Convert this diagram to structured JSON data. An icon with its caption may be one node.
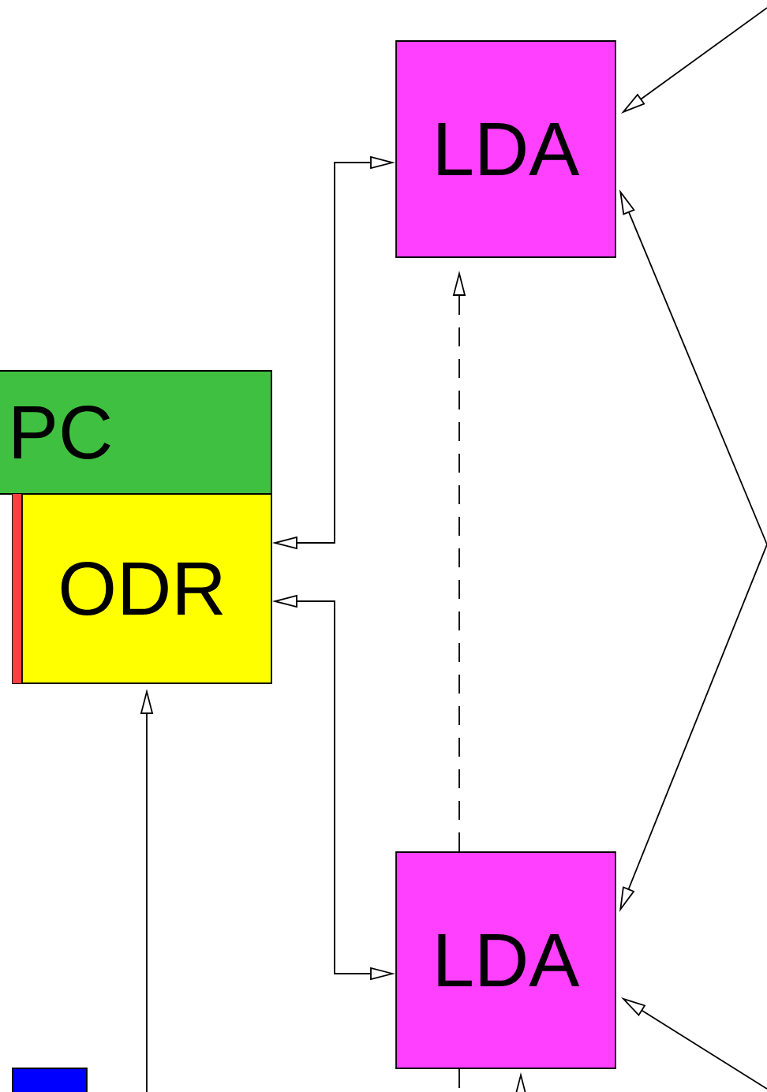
{
  "diagram": {
    "nodes": [
      {
        "text": [
          "LDA"
        ]
      },
      {
        "text": [
          "PC"
        ]
      },
      {
        "text": [
          "ODR"
        ]
      },
      {
        "text": [
          "LDA"
        ]
      },
      {
        "text": [],
        "shape": "box"
      }
    ],
    "edges": [
      {
        "from": 2,
        "to": 0,
        "arrow": "both"
      },
      {
        "from": 2,
        "to": 3,
        "arrow": "both"
      },
      {
        "from": 3,
        "to": 0,
        "arrow": "to",
        "style": "dashed"
      },
      {
        "from": null,
        "to": 2,
        "arrow": "to"
      },
      {
        "from": null,
        "to": 0,
        "arrow": "to"
      },
      {
        "from": null,
        "to": 0,
        "arrow": "to"
      },
      {
        "from": null,
        "to": 3,
        "arrow": "to"
      },
      {
        "from": null,
        "to": 3,
        "arrow": "to"
      },
      {
        "from": null,
        "to": 3,
        "arrow": "to"
      },
      {
        "from": 3,
        "to": null,
        "arrow": "none",
        "style": "dashed"
      }
    ]
  }
}
